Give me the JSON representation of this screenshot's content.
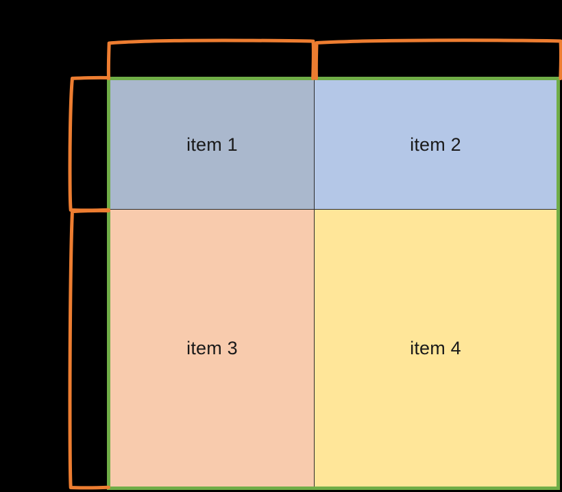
{
  "diagram": {
    "title": "CSS grid 2x2 with annotated track measure brackets",
    "background_color": "#000000",
    "accent_color": "#ed7d31",
    "grid_border_color": "#70ad47",
    "grid": {
      "columns": 2,
      "rows": 2,
      "cells": [
        {
          "id": "item-1",
          "label": "item 1",
          "color": "#aab8cd",
          "row": 1,
          "column": 1
        },
        {
          "id": "item-2",
          "label": "item 2",
          "color": "#b4c7e7",
          "row": 1,
          "column": 2
        },
        {
          "id": "item-3",
          "label": "item 3",
          "color": "#f8cbad",
          "row": 2,
          "column": 1
        },
        {
          "id": "item-4",
          "label": "item 4",
          "color": "#ffe699",
          "row": 2,
          "column": 2
        }
      ]
    },
    "brackets": [
      {
        "id": "column-1-measure",
        "orientation": "horizontal",
        "spans": "column 1"
      },
      {
        "id": "column-2-measure",
        "orientation": "horizontal",
        "spans": "column 2"
      },
      {
        "id": "row-1-measure",
        "orientation": "vertical",
        "spans": "row 1"
      },
      {
        "id": "row-2-measure",
        "orientation": "vertical",
        "spans": "row 2"
      }
    ]
  }
}
